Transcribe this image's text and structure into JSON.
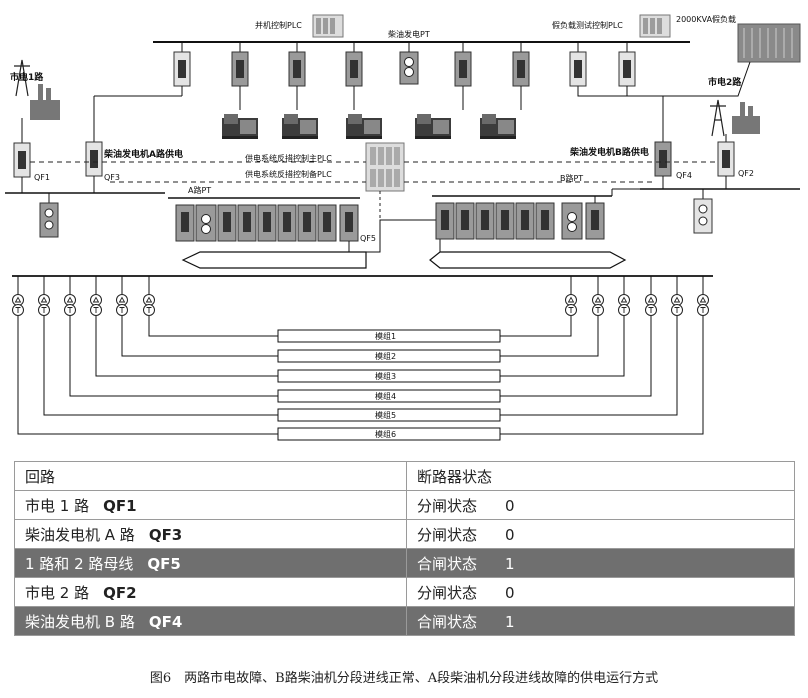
{
  "labels": {
    "sync_plc": "并机控制PLC",
    "diesel_pt": "柴油发电PT",
    "load_test_plc": "假负载测试控制PLC",
    "dummy_load": "2000KVA假负载",
    "grid1": "市电1路",
    "grid2": "市电2路",
    "gen_a_feed": "柴油发电机A路供电",
    "gen_b_feed": "柴油发电机B路供电",
    "main_plc": "供电系统反措控制主PLC",
    "backup_plc": "供电系统反措控制备PLC",
    "a_pt": "A路PT",
    "b_pt": "B路PT",
    "qf1": "QF1",
    "qf2": "QF2",
    "qf3": "QF3",
    "qf4": "QF4",
    "qf5": "QF5"
  },
  "modules": [
    "模组1",
    "模组2",
    "模组3",
    "模组4",
    "模组5",
    "模组6"
  ],
  "table": {
    "headers": [
      "回路",
      "断路器状态"
    ],
    "rows": [
      {
        "circuit": "市电 1 路",
        "breaker": "QF1",
        "state": "分闸状态",
        "value": "0",
        "dark": false
      },
      {
        "circuit": "柴油发电机 A 路",
        "breaker": "QF3",
        "state": "分闸状态",
        "value": "0",
        "dark": false
      },
      {
        "circuit": "1 路和 2 路母线",
        "breaker": "QF5",
        "state": "合闸状态",
        "value": "1",
        "dark": true
      },
      {
        "circuit": "市电 2 路",
        "breaker": "QF2",
        "state": "分闸状态",
        "value": "0",
        "dark": false
      },
      {
        "circuit": "柴油发电机 B 路",
        "breaker": "QF4",
        "state": "合闸状态",
        "value": "1",
        "dark": true
      }
    ]
  },
  "caption": "图6　两路市电故障、B路柴油机分段进线正常、A段柴油机分段进线故障的供电运行方式",
  "colors": {
    "dark_row": "#6f6f6f",
    "breaker_fill": "#9a9a9a",
    "pale_fill": "#e4e4e4"
  }
}
